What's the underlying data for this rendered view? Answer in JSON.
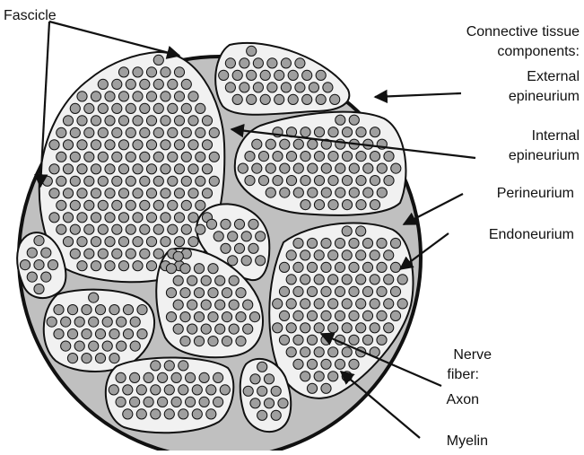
{
  "labels": {
    "fascicle": "Fascicle",
    "connective_line1": "Connective tissue",
    "connective_line2": "components:",
    "external_line1": "External",
    "external_line2": "epineurium",
    "internal_line1": "Internal",
    "internal_line2": "epineurium",
    "perineurium": "Perineurium",
    "endoneurium": "Endoneurium",
    "nerve_line1": "Nerve",
    "nerve_line2": "fiber:",
    "axon": "Axon",
    "myelin": "Myelin"
  },
  "colors": {
    "epineurium_fill": "#c0c0c0",
    "fascicle_fill": "#f1f1f1",
    "fiber_fill": "#9f9f9f",
    "outline": "#111111"
  }
}
